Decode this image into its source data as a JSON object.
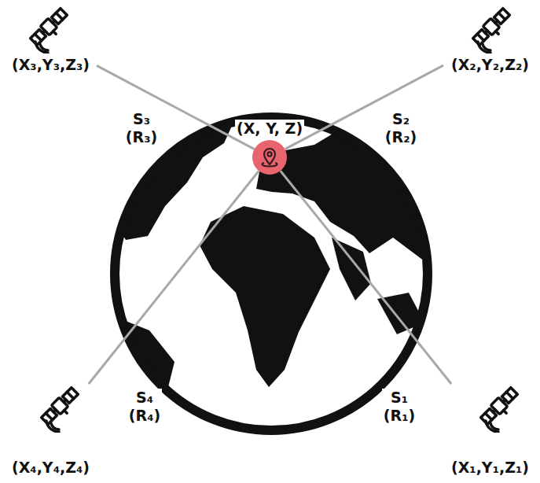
{
  "diagram": {
    "nodes": [
      {
        "text": [
          "(X₃,Y₃,Z₃)"
        ]
      },
      {
        "text": [
          "(X₂,Y₂,Z₂)"
        ]
      },
      {
        "text": [
          "(X, Y, Z)"
        ]
      },
      {
        "text": [
          "(X₄,Y₄,Z₄)"
        ]
      },
      {
        "text": [
          "(X₁,Y₁,Z₁)"
        ]
      }
    ],
    "edges": [
      {
        "from": 0,
        "to": 2,
        "arrow": "none",
        "label": "S₃ (R₃)"
      },
      {
        "from": 1,
        "to": 2,
        "arrow": "none",
        "label": "S₂ (R₂)"
      },
      {
        "from": 3,
        "to": 2,
        "arrow": "none",
        "label": "S₄ (R₄)"
      },
      {
        "from": 4,
        "to": 2,
        "arrow": "none",
        "label": "S₁ (R₁)"
      }
    ]
  }
}
